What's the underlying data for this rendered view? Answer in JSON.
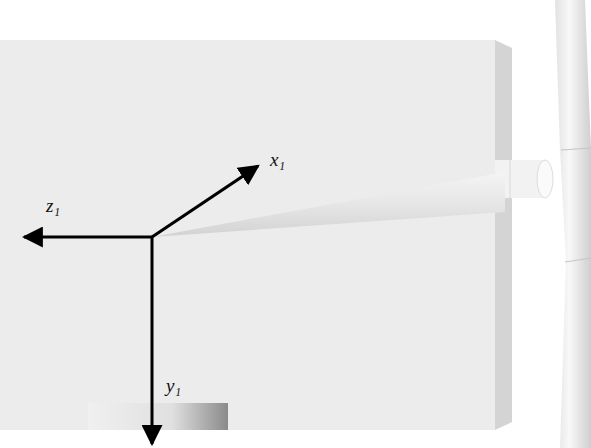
{
  "diagram": {
    "labels": [
      "x₁",
      "z₁",
      "y₁"
    ]
  }
}
